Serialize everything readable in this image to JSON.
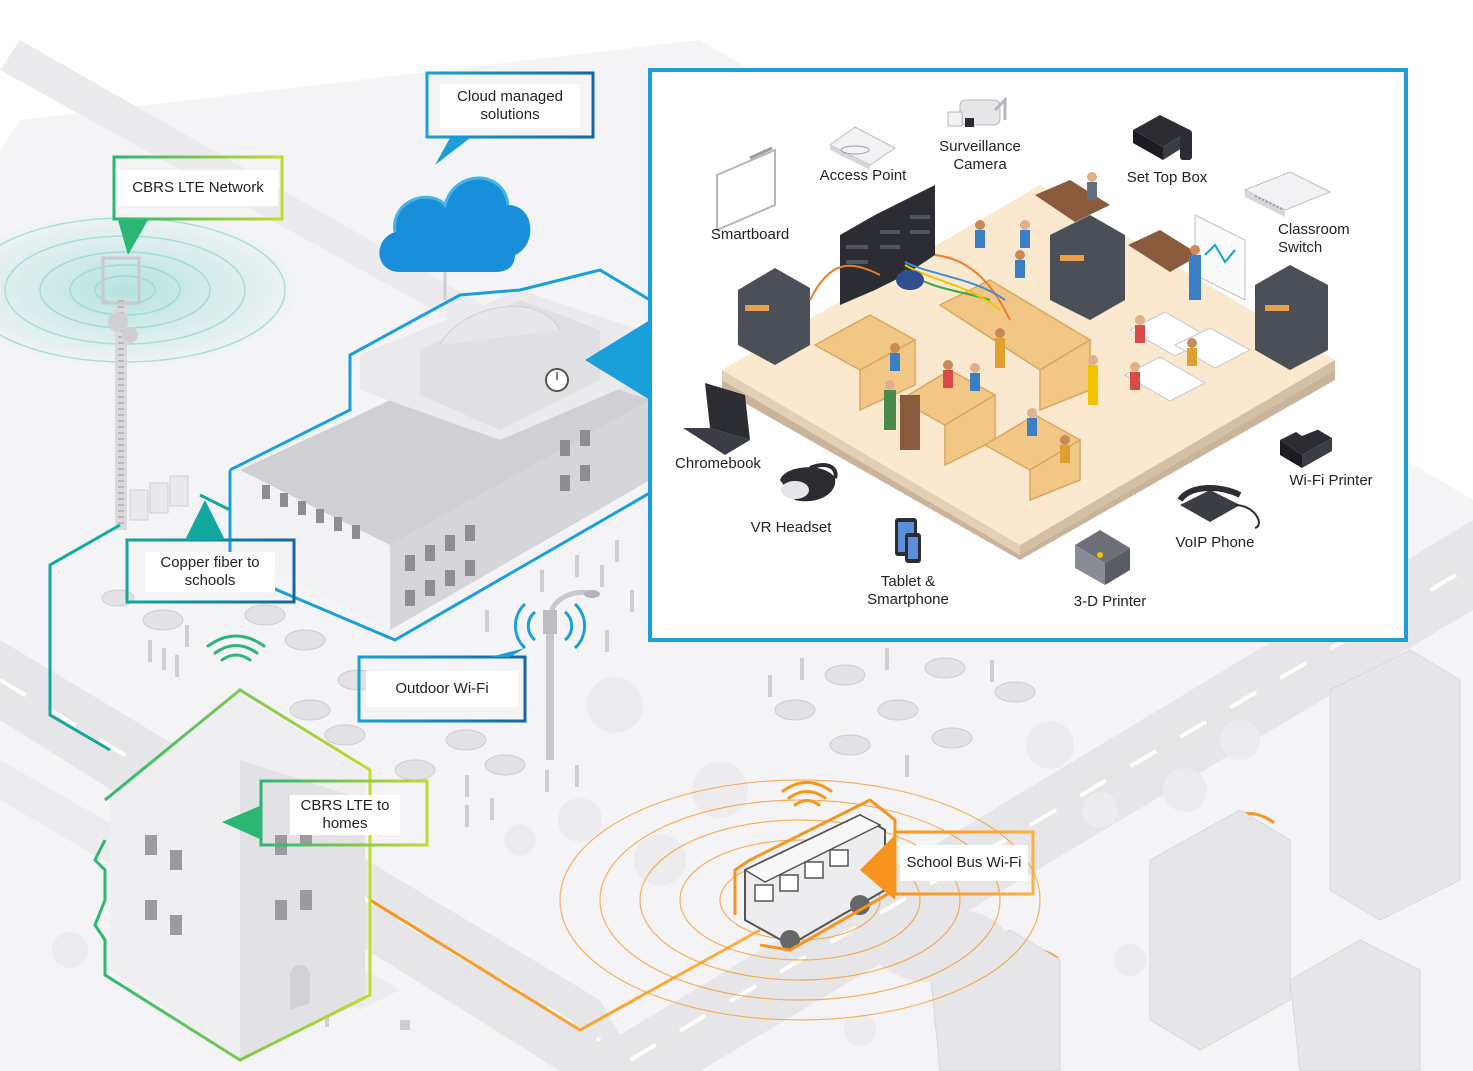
{
  "callouts": {
    "cloud": "Cloud managed solutions",
    "cbrs_network": "CBRS LTE Network",
    "copper_fiber": "Copper fiber to schools",
    "outdoor_wifi": "Outdoor Wi-Fi",
    "cbrs_homes": "CBRS LTE to homes",
    "bus_wifi": "School Bus Wi-Fi"
  },
  "devices": {
    "smartboard": "Smartboard",
    "access_point": "Access Point",
    "surveillance_camera": "Surveillance Camera",
    "set_top_box": "Set Top Box",
    "classroom_switch": "Classroom Switch",
    "chromebook": "Chromebook",
    "vr_headset": "VR Headset",
    "tablet_smartphone": "Tablet & Smartphone",
    "printer_3d": "3-D Printer",
    "voip_phone": "VoIP Phone",
    "wifi_printer": "Wi-Fi Printer"
  },
  "colors": {
    "blue": "#1a9fd9",
    "dark_blue": "#1565a8",
    "green": "#2bb673",
    "lime": "#b7d433",
    "orange": "#f7941d",
    "teal": "#12a89d",
    "ground": "#f0f0f2",
    "road": "#e3e3e6"
  }
}
